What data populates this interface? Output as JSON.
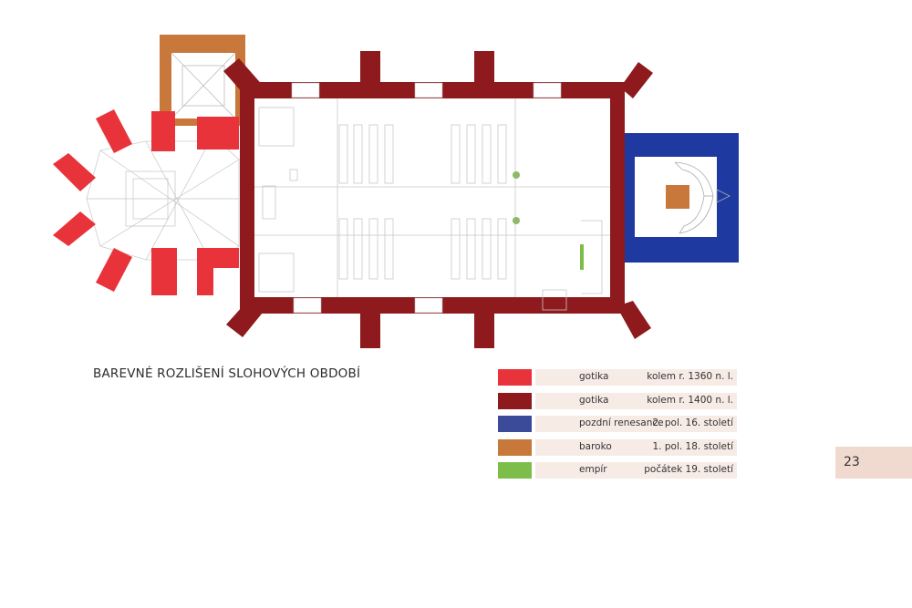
{
  "caption": "BAREVNÉ ROZLIŠENÍ SLOHOVÝCH OBDOBÍ",
  "legend": [
    {
      "color": "#e8333a",
      "name": "gotika",
      "date": "kolem r. 1360 n. l."
    },
    {
      "color": "#8e1a1e",
      "name": "gotika",
      "date": "kolem r. 1400 n. l."
    },
    {
      "color": "#3c4a9a",
      "name": "pozdní renesance",
      "date": "2. pol. 16. století"
    },
    {
      "color": "#c8783a",
      "name": "baroko",
      "date": "1. pol. 18. století"
    },
    {
      "color": "#7dbd4a",
      "name": "empír",
      "date": "počátek 19. století"
    }
  ],
  "page_number": "23",
  "colors": {
    "gothic_early": "#e8333a",
    "gothic_late": "#8e1a1e",
    "late_renaissance": "#1e3aa0",
    "baroque": "#c8783a",
    "empire": "#7dbd4a",
    "legend_bar": "#f7ebe6",
    "page_tab": "#f0dad0"
  }
}
